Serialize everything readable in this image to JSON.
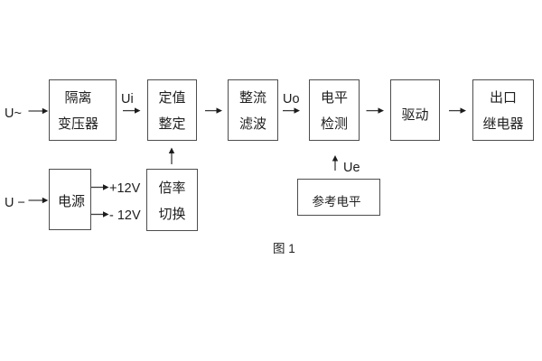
{
  "figure": {
    "caption": "图 1",
    "type": "block-diagram"
  },
  "blocks": {
    "isolation_transformer": {
      "line1": "隔离",
      "line2": "变压器"
    },
    "setting_adjust": {
      "line1": "定值",
      "line2": "整定"
    },
    "rectifier_filter": {
      "line1": "整流",
      "line2": "滤波"
    },
    "level_detector": {
      "line1": "电平",
      "line2": "检测"
    },
    "driver": {
      "label": "驱动"
    },
    "output_relay": {
      "line1": "出口",
      "line2": "继电器"
    },
    "power_supply": {
      "label": "电源"
    },
    "ratio_switch": {
      "line1": "倍率",
      "line2": "切换"
    },
    "reference_level": {
      "label": "参考电平"
    }
  },
  "signals": {
    "ac_input": "U~",
    "dc_input": "U −",
    "ui": "Ui",
    "uo": "Uo",
    "ue": "Ue",
    "plus_12v": "+12V",
    "minus_12v": "- 12V"
  },
  "connections": [
    {
      "from": "ac_input",
      "to": "isolation_transformer",
      "label": "U~"
    },
    {
      "from": "isolation_transformer",
      "to": "setting_adjust",
      "label": "Ui"
    },
    {
      "from": "setting_adjust",
      "to": "rectifier_filter",
      "label": ""
    },
    {
      "from": "rectifier_filter",
      "to": "level_detector",
      "label": "Uo"
    },
    {
      "from": "level_detector",
      "to": "driver",
      "label": ""
    },
    {
      "from": "driver",
      "to": "output_relay",
      "label": ""
    },
    {
      "from": "dc_input",
      "to": "power_supply",
      "label": "U −"
    },
    {
      "from": "power_supply",
      "to": "ratio_switch",
      "label": "+12V"
    },
    {
      "from": "power_supply",
      "to": "ratio_switch",
      "label": "- 12V"
    },
    {
      "from": "ratio_switch",
      "to": "setting_adjust",
      "label": ""
    },
    {
      "from": "reference_level",
      "to": "level_detector",
      "label": "Ue"
    }
  ],
  "colors": {
    "background": "#ffffff",
    "box_border": "#4a4a4a",
    "line": "#3d3d3d",
    "text": "#1f1f1f"
  }
}
